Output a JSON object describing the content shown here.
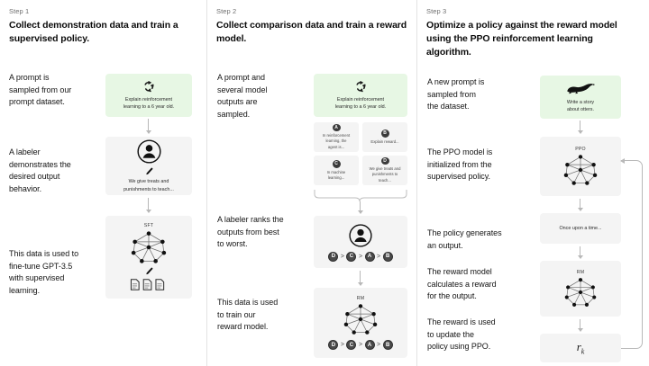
{
  "columns": [
    {
      "step_label": "Step 1",
      "title": "Collect demonstration data\nand train a supervised policy.",
      "captions": [
        "A prompt is\nsampled from our\nprompt dataset.",
        "A labeler\ndemonstrates the\ndesired output\nbehavior.",
        "This data is used to\nfine-tune GPT-3.5\nwith supervised\nlearning."
      ],
      "panels": {
        "prompt": {
          "icon": "recycle-icon",
          "text": "Explain reinforcement\nlearning to a 6 year old.",
          "color": "#e7f7e4"
        },
        "labeler": {
          "icon": "person-icon",
          "text": "We give treats and\npunishments to teach..."
        },
        "sft": {
          "tag": "SFT",
          "icon": "neural-net-icon"
        }
      }
    },
    {
      "step_label": "Step 2",
      "title": "Collect comparison data and\ntrain a reward model.",
      "captions": [
        "A prompt and\nseveral model\noutputs are\nsampled.",
        "A labeler ranks the\noutputs from best\nto worst.",
        "This data is used\nto train our\nreward model."
      ],
      "panels": {
        "prompt": {
          "icon": "recycle-icon",
          "text": "Explain reinforcement\nlearning to a 6 year old.",
          "color": "#e7f7e4"
        },
        "outputs": [
          {
            "badge": "A",
            "text": "In reinforcement\nlearning, the\nagent is..."
          },
          {
            "badge": "B",
            "text": "Explain reward..."
          },
          {
            "badge": "C",
            "text": "In machine\nlearning..."
          },
          {
            "badge": "D",
            "text": "We give treats and\npunishments to\nteach..."
          }
        ],
        "labeler": {
          "icon": "person-icon"
        },
        "ranking": [
          "D",
          "C",
          "A",
          "B"
        ],
        "rm": {
          "tag": "RM",
          "icon": "neural-net-icon",
          "ranking": [
            "D",
            "C",
            "A",
            "B"
          ]
        }
      }
    },
    {
      "step_label": "Step 3",
      "title": "Optimize a policy against the\nreward model using the PPO\nreinforcement learning algorithm.",
      "captions": [
        "A new prompt is\nsampled from\nthe dataset.",
        "The PPO model is\ninitialized from the\nsupervised policy.",
        "The policy generates\nan output.",
        "The reward model\ncalculates a reward\nfor the output.",
        "The reward is used\nto update the\npolicy using PPO."
      ],
      "panels": {
        "prompt": {
          "icon": "otter-icon",
          "text": "Write a story\nabout otters.",
          "color": "#e7f7e4"
        },
        "ppo": {
          "tag": "PPO",
          "icon": "neural-net-icon"
        },
        "output": {
          "text": "Once upon a time..."
        },
        "rm": {
          "tag": "RM",
          "icon": "neural-net-icon"
        },
        "reward": {
          "symbol": "r",
          "subscript": "k"
        }
      }
    }
  ],
  "theme": {
    "panel_bg": "#f4f4f4",
    "green_bg": "#e7f7e4",
    "divider": "#e3e3e3",
    "arrow": "#b8b8b8",
    "text": "#111111",
    "muted": "#6f6f6f"
  }
}
